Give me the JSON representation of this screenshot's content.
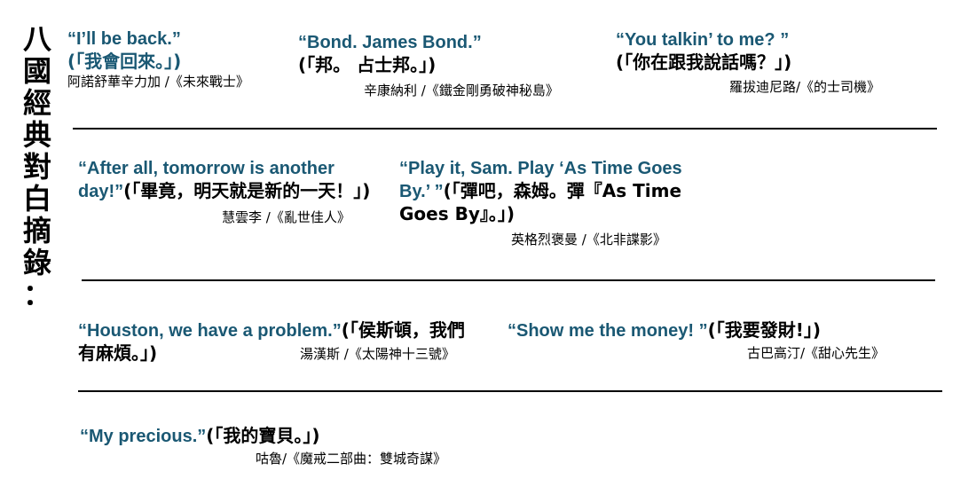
{
  "title_chars": [
    "八",
    "國",
    "經",
    "典",
    "對",
    "白",
    "摘",
    "錄",
    "："
  ],
  "quotes": [
    {
      "en": "“I’ll be back.”",
      "zh": "(「我會回來。」)",
      "attribution": "阿諾舒華辛力加 /《未來戰士》"
    },
    {
      "en": "“Bond. James Bond.”",
      "zh": "(「邦。 占士邦。」)",
      "attribution": "辛康納利 /《鐵金剛勇破神秘島》"
    },
    {
      "en": "“You talkin’ to me? ”",
      "zh": "(「你在跟我說話嗎？」)",
      "attribution": "羅拔迪尼路/《的士司機》"
    },
    {
      "en": "“After all, tomorrow is another day!”",
      "zh": "(「畢竟，明天就是新的一天！」)",
      "attribution": "慧雲李 /《亂世佳人》"
    },
    {
      "en": "“Play it, Sam. Play ‘As Time Goes By.’ ”",
      "zh": "(「彈吧，森姆。彈『As Time Goes By』。」)",
      "attribution": "英格烈褒曼 /《北非諜影》"
    },
    {
      "en": "“Houston, we have a problem.”",
      "zh": "(「侯斯頓，我們有麻煩。」)",
      "attribution": "湯漢斯 /《太陽神十三號》"
    },
    {
      "en": "“Show me the money! ”",
      "zh": "(「我要發財!」)",
      "attribution": "古巴高汀/《甜心先生》"
    },
    {
      "en": "“My precious.”",
      "zh": "(「我的寶貝。」)",
      "attribution": "咕魯/《魔戒二部曲：雙城奇謀》"
    }
  ]
}
